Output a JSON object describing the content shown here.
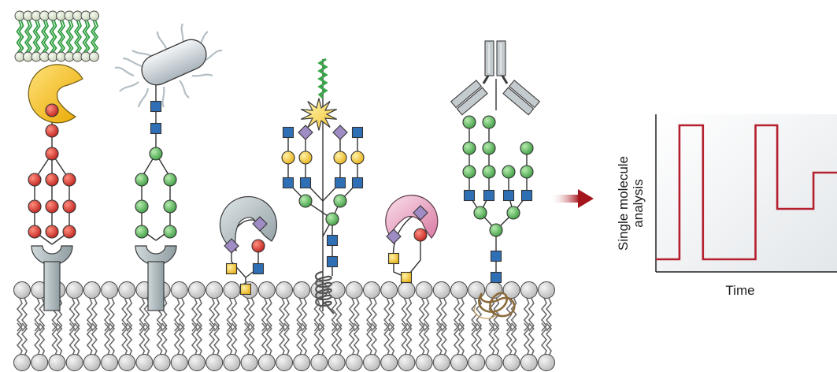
{
  "figure": {
    "colors": {
      "red_residue": "#d9322b",
      "green_residue": "#5cb85c",
      "yellow_residue": "#f2c12e",
      "blue_residue": "#2f6fb5",
      "purple_residue": "#9f8cc4",
      "lectin_gray": "#b9c3c6",
      "lectin_pink": "#e9a9c4",
      "receptor_gray": "#a9b4b8",
      "bacterium": "#d4dbe0",
      "membrane_head": "#dcdcdc",
      "lipid_green": "#3aa84a",
      "signal_line": "#b5202e",
      "arrow": "#a5151e"
    },
    "structures": [
      {
        "name": "lipid-bilayer-particle"
      },
      {
        "name": "yellow-lectin"
      },
      {
        "name": "bacterium"
      },
      {
        "name": "gray-lectin"
      },
      {
        "name": "star-label"
      },
      {
        "name": "pink-lectin"
      },
      {
        "name": "antibody"
      },
      {
        "name": "protein-coil"
      },
      {
        "name": "glycolipid-tangle"
      }
    ]
  },
  "chart_data": {
    "type": "line",
    "xlabel": "Time",
    "ylabel": "Single molecule analysis",
    "ylabel_line1": "Single molecule",
    "ylabel_line2": "analysis",
    "description": "step trace switching between discrete levels",
    "x": [
      0,
      0.13,
      0.13,
      0.26,
      0.26,
      0.55,
      0.55,
      0.67,
      0.67,
      0.87,
      0.87,
      1.0
    ],
    "y": [
      0.08,
      0.08,
      0.93,
      0.93,
      0.08,
      0.08,
      0.93,
      0.93,
      0.4,
      0.4,
      0.63,
      0.63
    ],
    "xlim": [
      0,
      1
    ],
    "ylim": [
      0,
      1
    ],
    "grid": false
  }
}
